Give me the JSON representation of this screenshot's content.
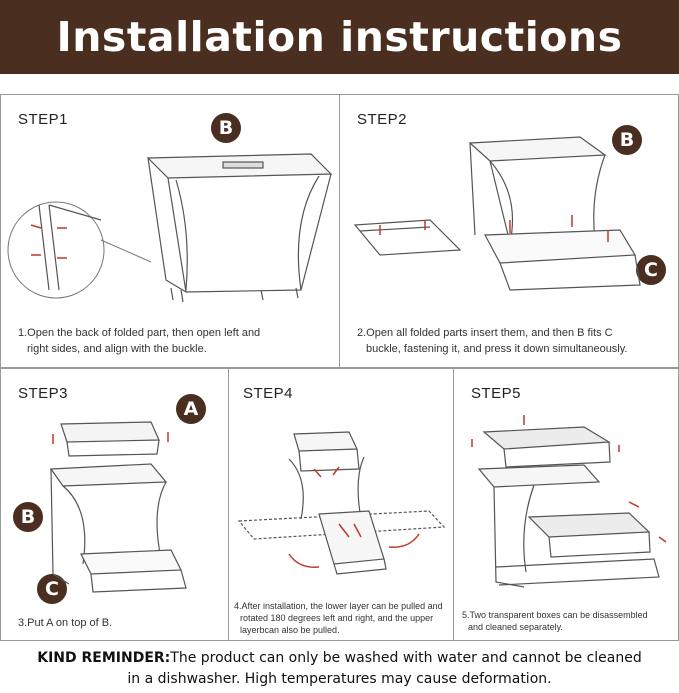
{
  "header": {
    "title": "Installation instructions"
  },
  "steps": [
    {
      "label": "STEP1",
      "badges": [
        "B"
      ],
      "desc_line1": "1.Open the back of folded part, then open left and",
      "desc_line2": "right sides, and align with the buckle."
    },
    {
      "label": "STEP2",
      "badges": [
        "B",
        "C"
      ],
      "desc_line1": "2.Open all folded parts insert them, and then B fits C",
      "desc_line2": "buckle, fastening it, and press it down simultaneously."
    },
    {
      "label": "STEP3",
      "badges": [
        "A",
        "B",
        "C"
      ],
      "desc_line1": "3.Put A on top of B."
    },
    {
      "label": "STEP4",
      "desc_line1": "4.After installation, the lower layer can be pulled and",
      "desc_line2": "rotated 180 degrees left and right, and the upper",
      "desc_line3": "layerbcan also be pulled."
    },
    {
      "label": "STEP5",
      "desc_line1": "5.Two transparent boxes can be disassembled",
      "desc_line2": "and cleaned separately."
    }
  ],
  "reminder": {
    "label": "KIND REMINDER:",
    "text_line1": "The product can only be washed with water and cannot be cleaned",
    "text_line2": "in a dishwasher. High temperatures may cause deformation."
  },
  "colors": {
    "brand": "#4a2e1f",
    "arrow": "#c0392b",
    "line": "#555555"
  }
}
